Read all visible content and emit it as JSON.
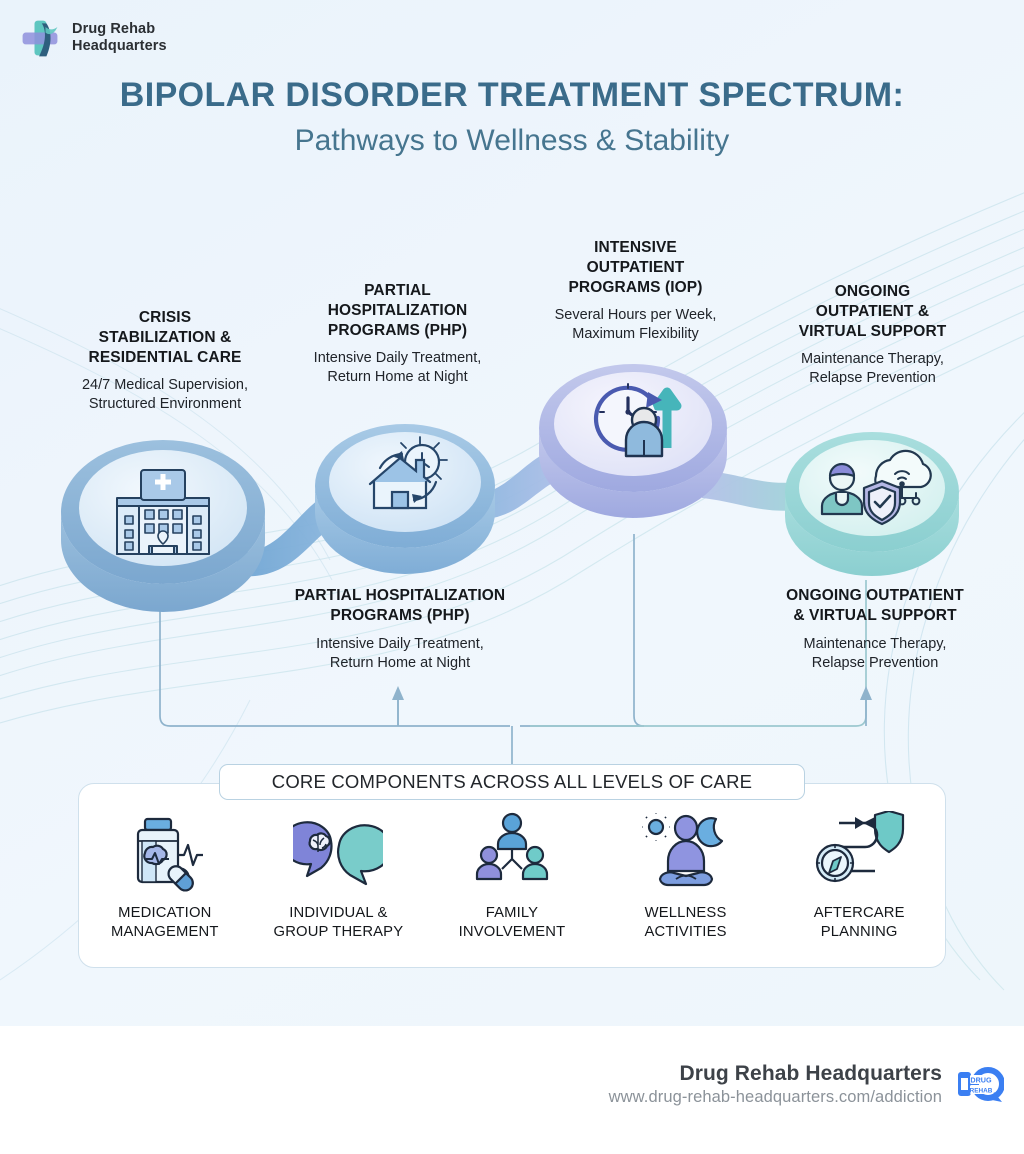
{
  "brand": {
    "logo_icon": "medical-cross-logo-icon",
    "name_line1": "Drug Rehab",
    "name_line2": "Headquarters"
  },
  "header": {
    "title": "BIPOLAR DISORDER TREATMENT SPECTRUM:",
    "subtitle": "Pathways to Wellness & Stability",
    "title_color": "#3a6b8a",
    "subtitle_color": "#46758f"
  },
  "stages": [
    {
      "title": "CRISIS\nSTABILIZATION &\nRESIDENTIAL CARE",
      "title_l1": "CRISIS",
      "title_l2": "STABILIZATION &",
      "title_l3": "RESIDENTIAL CARE",
      "desc_l1": "24/7 Medical Supervision,",
      "desc_l2": "Structured Environment",
      "icon": "hospital-building-icon",
      "bubble_color": "#8fb6d9",
      "label_position": "above"
    },
    {
      "title_l1": "PARTIAL",
      "title_l2": "HOSPITALIZATION",
      "title_l3": "PROGRAMS (PHP)",
      "desc_l1": "Intensive Daily Treatment,",
      "desc_l2": "Return Home at Night",
      "icon": "house-clock-cycle-icon",
      "bubble_color": "#9cc3e4",
      "label_position": "above-and-below",
      "below_title_l1": "PARTIAL HOSPITALIZATION",
      "below_title_l2": "PROGRAMS (PHP)",
      "below_desc_l1": "Intensive Daily Treatment,",
      "below_desc_l2": "Return Home at Night"
    },
    {
      "title_l1": "INTENSIVE",
      "title_l2": "OUTPATIENT",
      "title_l3": "PROGRAMS (IOP)",
      "desc_l1": "Several Hours per Week,",
      "desc_l2": "Maximum Flexibility",
      "icon": "clock-person-growth-arrow-icon",
      "bubble_color": "#b9bfe8",
      "label_position": "above"
    },
    {
      "title_l1": "ONGOING",
      "title_l2": "OUTPATIENT &",
      "title_l3": "VIRTUAL SUPPORT",
      "desc_l1": "Maintenance Therapy,",
      "desc_l2": "Relapse Prevention",
      "icon": "person-cloud-shield-icon",
      "bubble_color": "#a5dcdc",
      "label_position": "above-and-below",
      "below_title_l1": "ONGOING OUTPATIENT",
      "below_title_l2": "& VIRTUAL SUPPORT",
      "below_desc_l1": "Maintenance Therapy,",
      "below_desc_l2": "Relapse Prevention"
    }
  ],
  "core": {
    "heading": "CORE COMPONENTS ACROSS ALL LEVELS OF CARE",
    "items": [
      {
        "icon": "pill-bottle-brain-icon",
        "label_l1": "MEDICATION",
        "label_l2": "MANAGEMENT"
      },
      {
        "icon": "speech-bubbles-brain-icon",
        "label_l1": "INDIVIDUAL &",
        "label_l2": "GROUP THERAPY"
      },
      {
        "icon": "family-group-icon",
        "label_l1": "FAMILY",
        "label_l2": "INVOLVEMENT"
      },
      {
        "icon": "meditation-sun-moon-icon",
        "label_l1": "WELLNESS",
        "label_l2": "ACTIVITIES"
      },
      {
        "icon": "compass-shield-path-icon",
        "label_l1": "AFTERCARE",
        "label_l2": "PLANNING"
      }
    ]
  },
  "footer": {
    "name": "Drug Rehab Headquarters",
    "url": "www.drug-rehab-headquarters.com/addiction",
    "logo_icon": "drhq-badge-logo-icon",
    "logo_color": "#3b7ff2"
  }
}
